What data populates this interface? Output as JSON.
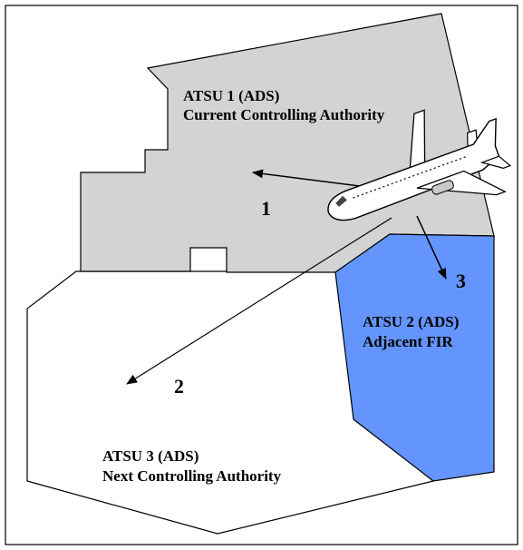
{
  "regions": {
    "atsu1": {
      "line1": "ATSU 1 (ADS)",
      "line2": "Current Controlling Authority",
      "fill": "#d3d3d3"
    },
    "atsu2": {
      "line1": "ATSU 2 (ADS)",
      "line2": "Adjacent FIR",
      "fill": "#6495ff"
    },
    "atsu3": {
      "line1": "ATSU 3 (ADS)",
      "line2": "Next Controlling Authority",
      "fill": "#ffffff"
    }
  },
  "connections": [
    {
      "label": "1",
      "target": "ATSU 1 (ADS)"
    },
    {
      "label": "2",
      "target": "ATSU 3 (ADS)"
    },
    {
      "label": "3",
      "target": "ATSU 2 (ADS)"
    }
  ],
  "aircraft": {
    "icon": "airplane-icon"
  }
}
